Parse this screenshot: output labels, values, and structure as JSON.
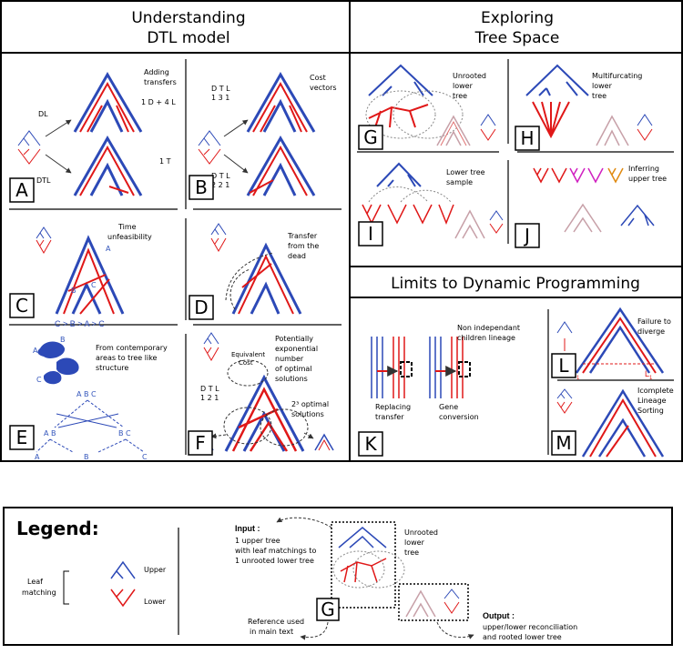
{
  "colors": {
    "upper": "#2c49b7",
    "lower": "#e01818",
    "magenta": "#d020c0",
    "orange": "#e08a10"
  },
  "sections": {
    "dtl": {
      "title_line1": "Understanding",
      "title_line2": "DTL model"
    },
    "tree_space": {
      "title_line1": "Exploring",
      "title_line2": "Tree Space"
    },
    "limits": {
      "title": "Limits to Dynamic Programming"
    }
  },
  "panels": {
    "A": {
      "letter": "A",
      "caption": [
        "Adding",
        "transfers"
      ],
      "label_top": "DL",
      "label_bottom": "DTL",
      "cost_top": "1 D + 4 L",
      "cost_bottom": "1 T"
    },
    "B": {
      "letter": "B",
      "caption": [
        "Cost",
        "vectors"
      ],
      "vec_top_head": "D  T  L",
      "vec_top_vals": "1  3  1",
      "vec_bot_head": "D  T  L",
      "vec_bot_vals": "2  2  1"
    },
    "C": {
      "letter": "C",
      "caption": [
        "Time",
        "unfeasibility"
      ],
      "order": "C > B > A > C",
      "node_a": "A",
      "node_b": "B",
      "node_c": "C"
    },
    "D": {
      "letter": "D",
      "caption": [
        "Transfer",
        "from the",
        "dead"
      ]
    },
    "E": {
      "letter": "E",
      "caption": [
        "From contemporary",
        "areas to tree like",
        "structure"
      ],
      "area_a": "A",
      "area_b": "B",
      "area_c": "C",
      "root": "A B C",
      "left_node": "A B",
      "right_node": "B C",
      "leaf_a": "A",
      "leaf_b": "B",
      "leaf_c": "C"
    },
    "F": {
      "letter": "F",
      "caption": [
        "Potentially",
        "exponential",
        "number",
        "of optimal",
        "solutions"
      ],
      "equiv": [
        "Equivalent",
        "Cost"
      ],
      "vec_head": "D  T  L",
      "vec_vals": "1  2  1",
      "optimal": [
        "2³ optimal",
        "solutions"
      ]
    },
    "G": {
      "letter": "G",
      "caption": [
        "Unrooted",
        "lower",
        "tree"
      ]
    },
    "H": {
      "letter": "H",
      "caption": [
        "Multifurcating",
        "lower",
        "tree"
      ]
    },
    "I": {
      "letter": "I",
      "caption": [
        "Lower tree",
        "sample"
      ]
    },
    "J": {
      "letter": "J",
      "caption": [
        "Inferring",
        "upper tree"
      ]
    },
    "K": {
      "letter": "K",
      "caption": [
        "Non independant",
        "children lineage"
      ],
      "replacing": [
        "Replacing",
        "transfer"
      ],
      "gene": [
        "Gene",
        "conversion"
      ]
    },
    "L": {
      "letter": "L",
      "caption": [
        "Failure to",
        "diverge"
      ],
      "l1_left": "L",
      "l1_right": "L",
      "sub": "1"
    },
    "M": {
      "letter": "M",
      "caption": [
        "Icomplete",
        "Lineage",
        "Sorting"
      ]
    }
  },
  "legend": {
    "title": "Legend:",
    "upper": "Upper",
    "lower": "Lower",
    "leaf_matching": [
      "Leaf",
      "matching"
    ],
    "input_head": "Input :",
    "input_lines": [
      "1 upper tree",
      "with leaf matchings to",
      "1 unrooted lower tree"
    ],
    "unrooted": [
      "Unrooted",
      "lower",
      "tree"
    ],
    "letter": "G",
    "reference": [
      "Reference used",
      "in main  text"
    ],
    "output_head": "Output :",
    "output_lines": [
      "upper/lower reconciliation",
      "and rooted lower tree"
    ]
  }
}
